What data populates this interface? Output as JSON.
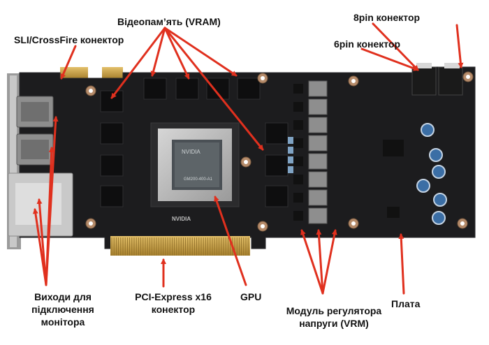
{
  "labels": {
    "sli": "SLI/CrossFire конектор",
    "vram": "Відеопам’ять (VRAM)",
    "pin8": "8pin конектор",
    "pin6": "6pin конектор",
    "outputs": [
      "Виходи для",
      "підключення",
      "монітора"
    ],
    "pcie": [
      "PCI-Express x16",
      "конектор"
    ],
    "gpu": "GPU",
    "vrm": [
      "Модуль регулятора",
      "напруги (VRM)"
    ],
    "board": "Плата"
  },
  "silkscreen": {
    "chip_text": "NVIDIA",
    "chip_code": "GM200-400-A1",
    "board_brand": "NVIDIA"
  },
  "colors": {
    "pcb": "#1c1c1e",
    "arrow": "#e0301e",
    "gold": "#c9a34a",
    "chip_shim": "#b8b8b8"
  }
}
